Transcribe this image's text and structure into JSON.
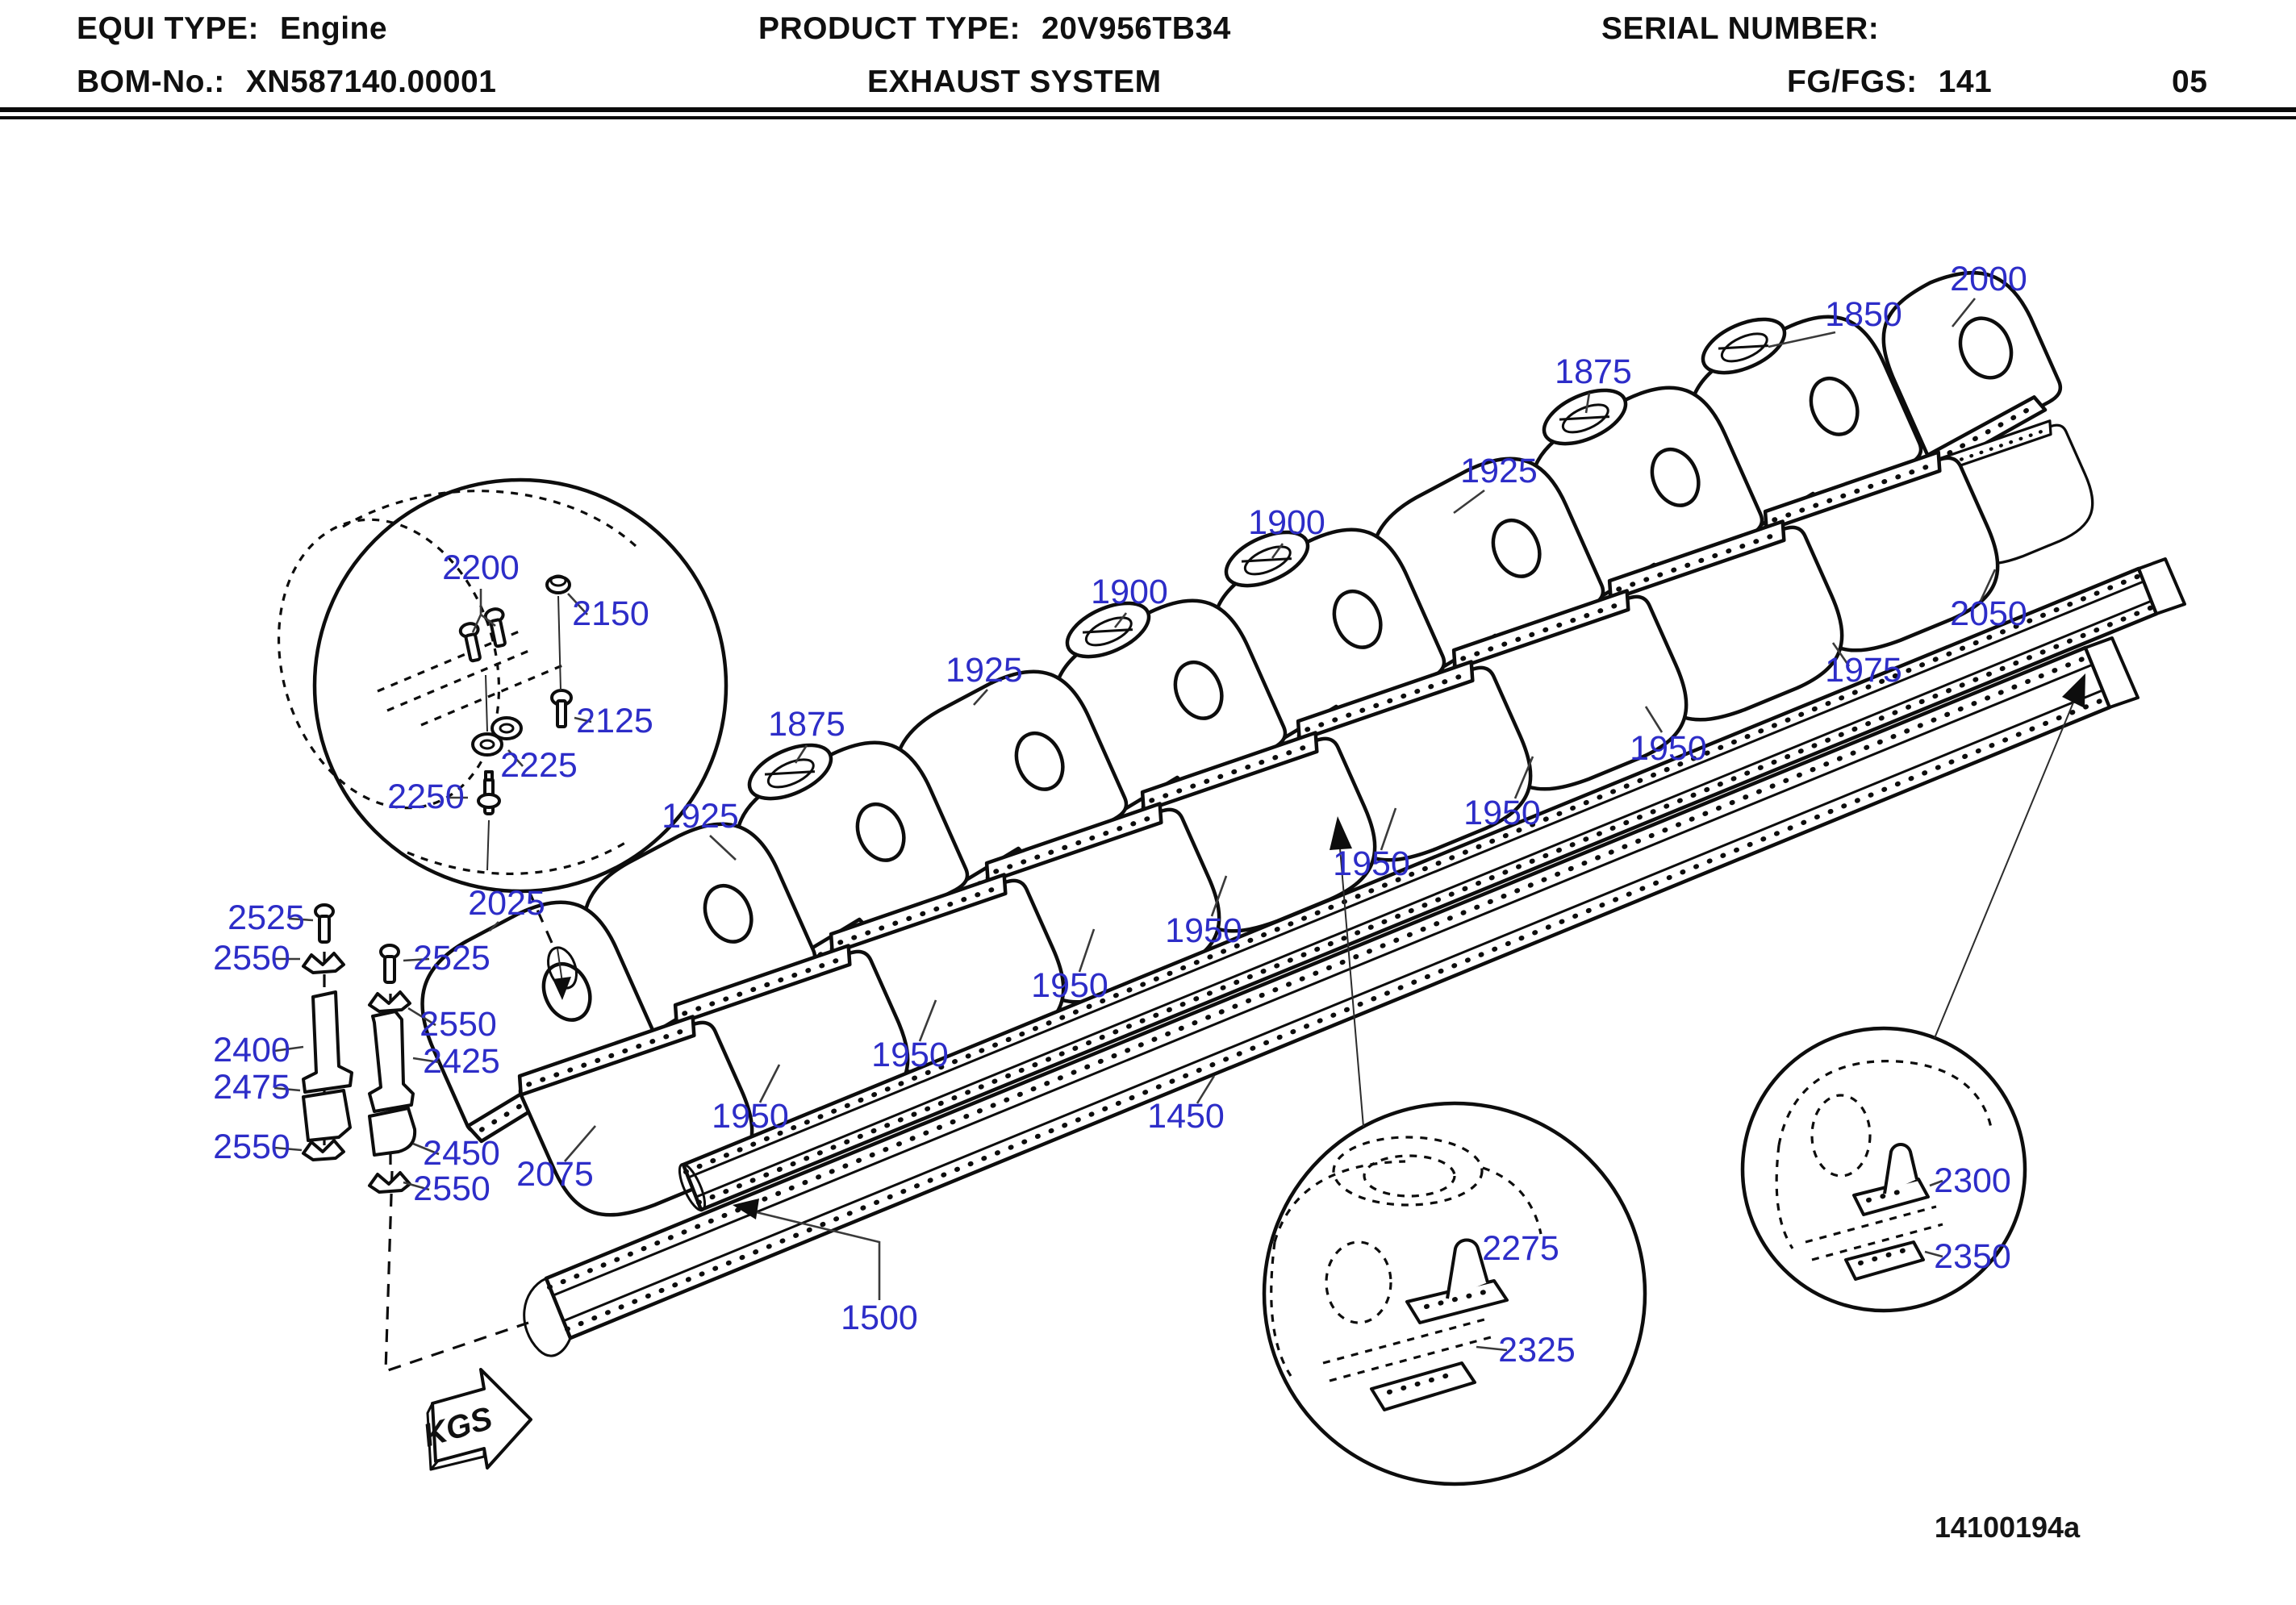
{
  "header": {
    "row1": {
      "equi_label": "EQUI TYPE:",
      "equi_value": "Engine",
      "product_label": "PRODUCT TYPE:",
      "product_value": "20V956TB34",
      "serial_label": "SERIAL NUMBER:",
      "serial_value": ""
    },
    "row2": {
      "bom_label": "BOM-No.:",
      "bom_value": "XN587140.00001",
      "system_title": "EXHAUST SYSTEM",
      "fg_label": "FG/FGS:",
      "fg_value": "141",
      "sheet_number": "05"
    }
  },
  "diagram": {
    "figure_number": "14100194a",
    "kgs_arrow_label": "KGS",
    "colors": {
      "callout": "#2d2dc8",
      "ink": "#0d0d0d"
    },
    "callouts": [
      {
        "text": "2000"
      },
      {
        "text": "1850"
      },
      {
        "text": "1875"
      },
      {
        "text": "1925"
      },
      {
        "text": "1900"
      },
      {
        "text": "1900"
      },
      {
        "text": "1925"
      },
      {
        "text": "1875"
      },
      {
        "text": "1925"
      },
      {
        "text": "2025"
      },
      {
        "text": "2050"
      },
      {
        "text": "1975"
      },
      {
        "text": "1950"
      },
      {
        "text": "1950"
      },
      {
        "text": "1950"
      },
      {
        "text": "1950"
      },
      {
        "text": "1950"
      },
      {
        "text": "1950"
      },
      {
        "text": "1950"
      },
      {
        "text": "2075"
      },
      {
        "text": "1450"
      },
      {
        "text": "1500"
      },
      {
        "text": "2200"
      },
      {
        "text": "2150"
      },
      {
        "text": "2125"
      },
      {
        "text": "2225"
      },
      {
        "text": "2250"
      },
      {
        "text": "2525"
      },
      {
        "text": "2550"
      },
      {
        "text": "2525"
      },
      {
        "text": "2550"
      },
      {
        "text": "2400"
      },
      {
        "text": "2425"
      },
      {
        "text": "2475"
      },
      {
        "text": "2450"
      },
      {
        "text": "2550"
      },
      {
        "text": "2550"
      },
      {
        "text": "2275"
      },
      {
        "text": "2325"
      },
      {
        "text": "2300"
      },
      {
        "text": "2350"
      }
    ]
  }
}
